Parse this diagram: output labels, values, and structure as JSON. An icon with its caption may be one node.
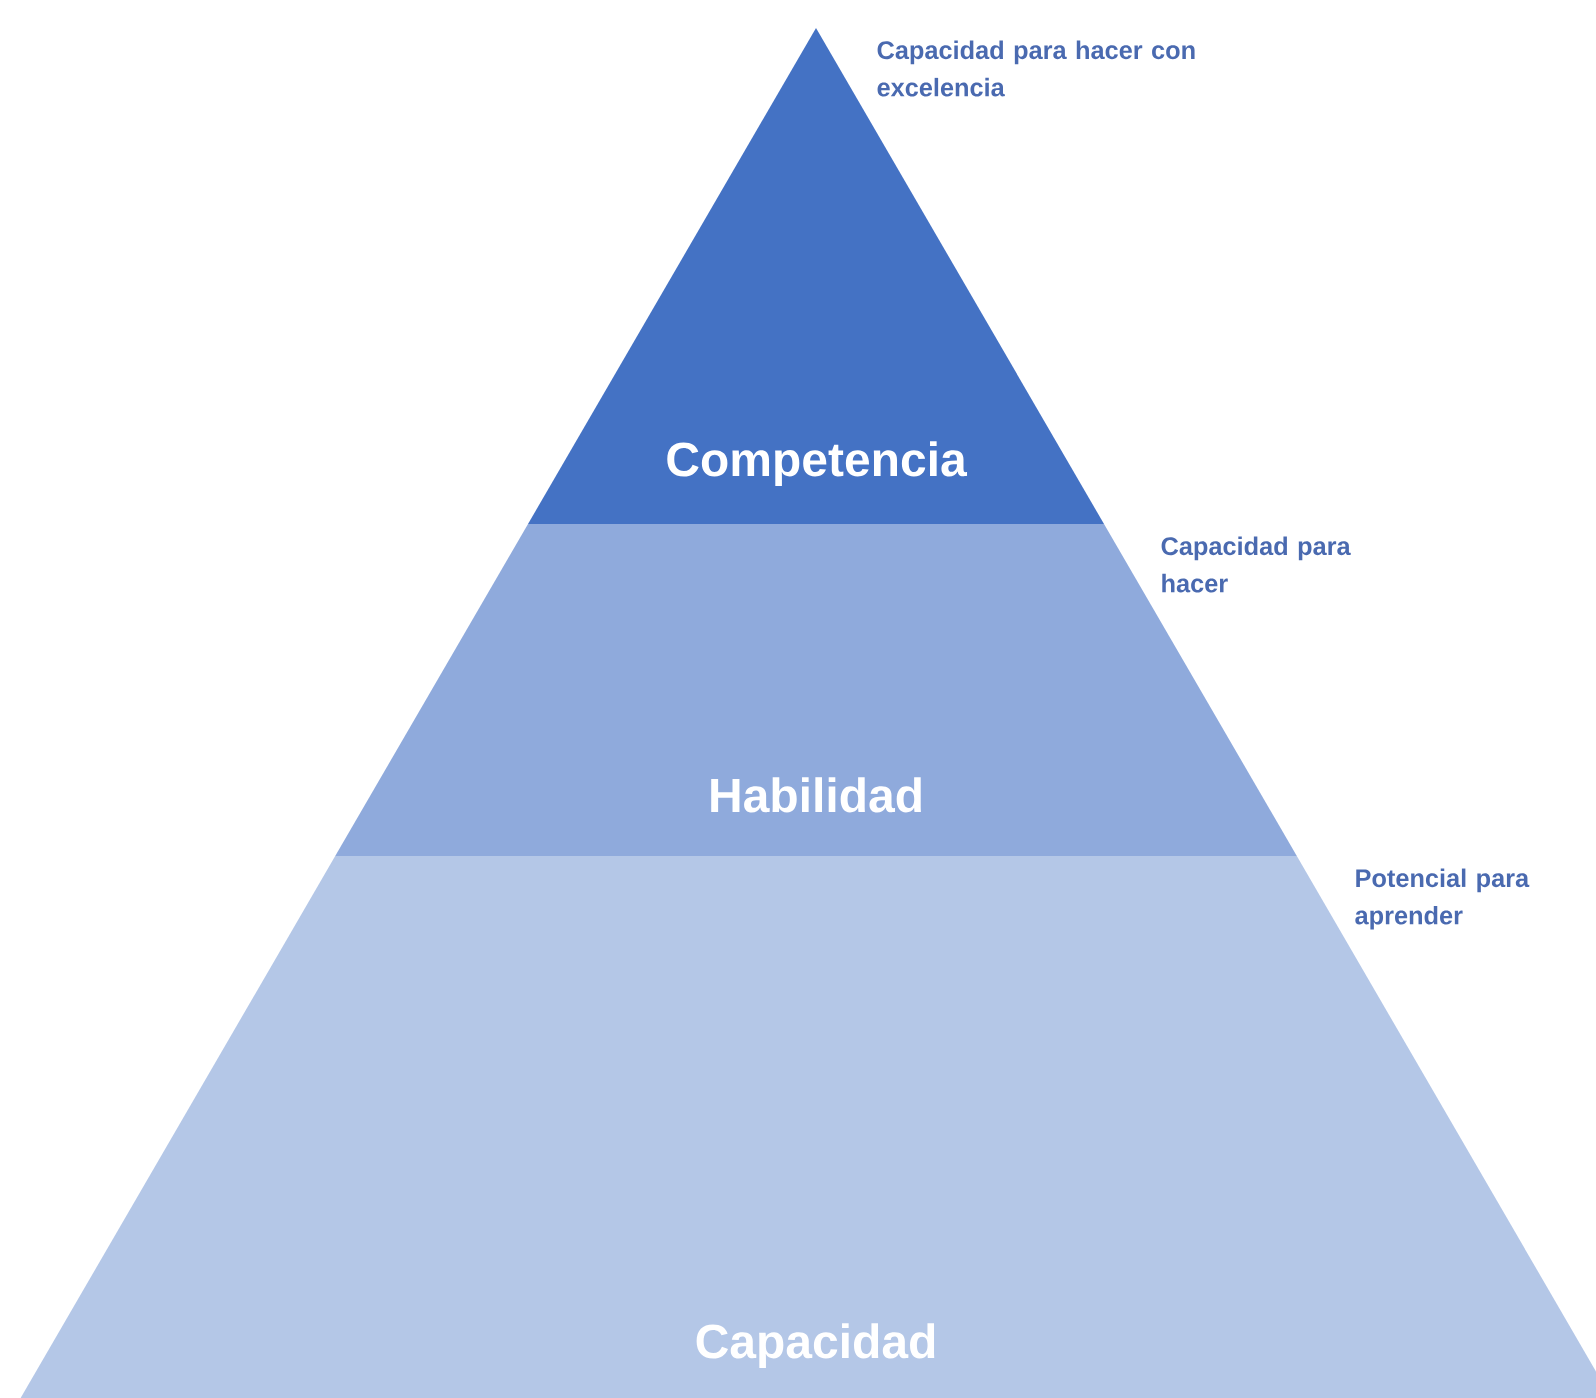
{
  "diagram": {
    "nodes": [
      {
        "text": [
          "Competencia"
        ],
        "beside": [
          "Capacidad para hacer con excelencia"
        ]
      },
      {
        "text": [
          "Habilidad"
        ],
        "beside": [
          "Capacidad para hacer"
        ]
      },
      {
        "text": [
          "Capacidad"
        ],
        "beside": [
          "Potencial para aprender"
        ]
      }
    ]
  }
}
